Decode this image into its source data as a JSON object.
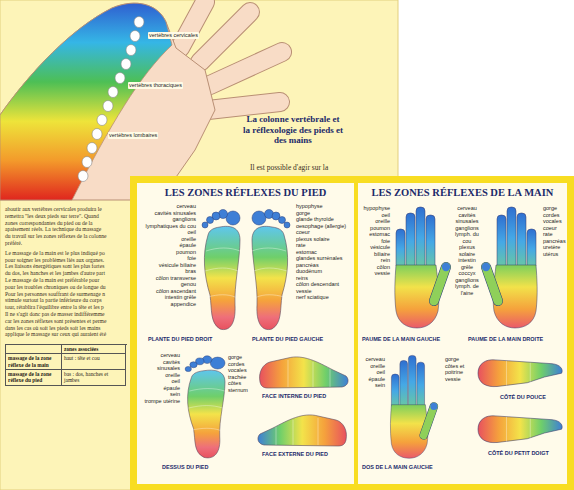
{
  "diagram": {
    "nodes": [
      {
        "text": [
          "La colonne vertébrale et la réflexologie des pieds et des mains"
        ]
      },
      {
        "text": [
          "LES ZONES RÉFLEXES DU PIED"
        ]
      },
      {
        "text": [
          "LES ZONES RÉFLEXES DE LA MAIN"
        ]
      }
    ],
    "labels": [
      "vertèbres cervicales",
      "vertèbres thoraciques",
      "vertèbres lombaires",
      "Il est possible d'agir sur la",
      "aboutir aux vertèbres cervicales produira le",
      "remettra \"les deux pieds sur terre\". Quand",
      "zones correspondantes du pied ou de la",
      "apaisement réels. La technique du massage",
      "du travail sur les zones réflexes de la colonne",
      "préféré.",
      "Le massage de la main est le plus indiqué po",
      "pour soigner les problèmes liés aux organes.",
      "Les liaisons énergétiques sont les plus fortes",
      "du dos, les hanches et les jambes d'autre part",
      "Le massage de la main est préférable pour",
      "pour les troubles chroniques ou de longue du",
      "Pour les personnes souffrant de surmenage n",
      "stimule surtout la partie inférieure du corps",
      "tour, rétablira l'équilibre entre la tête et les p",
      "Il ne s'agit donc pas de masser indifféremme",
      "car les zones réflexes sont présentes et perme",
      "dans les cas où soit les pieds soit les mains",
      "applique le massage sur ceux qui auraient été",
      "zones associées",
      "massage de la zone réflexe de la main",
      "haut : tête et cou",
      "massage de la zone réflexe du pied",
      "bas : dos, hanches et jambes",
      "cerveau",
      "cavités sinusales",
      "ganglions lymphatiques du cou",
      "oeil",
      "oreille",
      "épaule",
      "poumon",
      "foie",
      "vésicule biliaire",
      "bras",
      "côlon transverse",
      "genou",
      "côlon ascendant",
      "intestin grêle",
      "appendice",
      "hypophyse",
      "gorge",
      "glande thyroïde",
      "oesophage (allergie)",
      "coeur",
      "plexus solaire",
      "rate",
      "estomac",
      "glandes surrénales",
      "pancréas",
      "duodénum",
      "reins",
      "côlon descendant",
      "vessie",
      "nerf sciatique",
      "PLANTE DU PIED DROIT",
      "PLANTE DU PIED GAUCHE",
      "cerveau",
      "cavités sinusales",
      "oreille",
      "oeil",
      "épaule",
      "sein",
      "trompe utérine",
      "gorge",
      "cordes vocales",
      "trachée",
      "côtes",
      "sternum",
      "DESSUS DU PIED",
      "FACE INTERNE DU PIED",
      "FACE EXTERNE DU PIED",
      "hypophyse",
      "oeil",
      "oreille",
      "poumon",
      "estomac",
      "foie",
      "vésicule biliaire",
      "rein",
      "côlon",
      "vessie",
      "cerveau",
      "cavités sinusales",
      "ganglions lymph. du cou",
      "plexus solaire",
      "intestin grêle",
      "coccyx",
      "ganglions lymph. de l'aine",
      "gorge",
      "cordes vocales",
      "coeur",
      "rate",
      "pancréas",
      "uretère",
      "utérus",
      "PAUME DE LA MAIN GAUCHE",
      "PAUME DE LA MAIN DROITE",
      "cerveau",
      "oreille",
      "oeil",
      "épaule",
      "sein",
      "gorge",
      "côtes et poitrine",
      "vessie",
      "DOS DE LA MAIN GAUCHE",
      "CÔTÉ DU POUCE",
      "CÔTÉ DU PETIT DOIGT"
    ]
  }
}
